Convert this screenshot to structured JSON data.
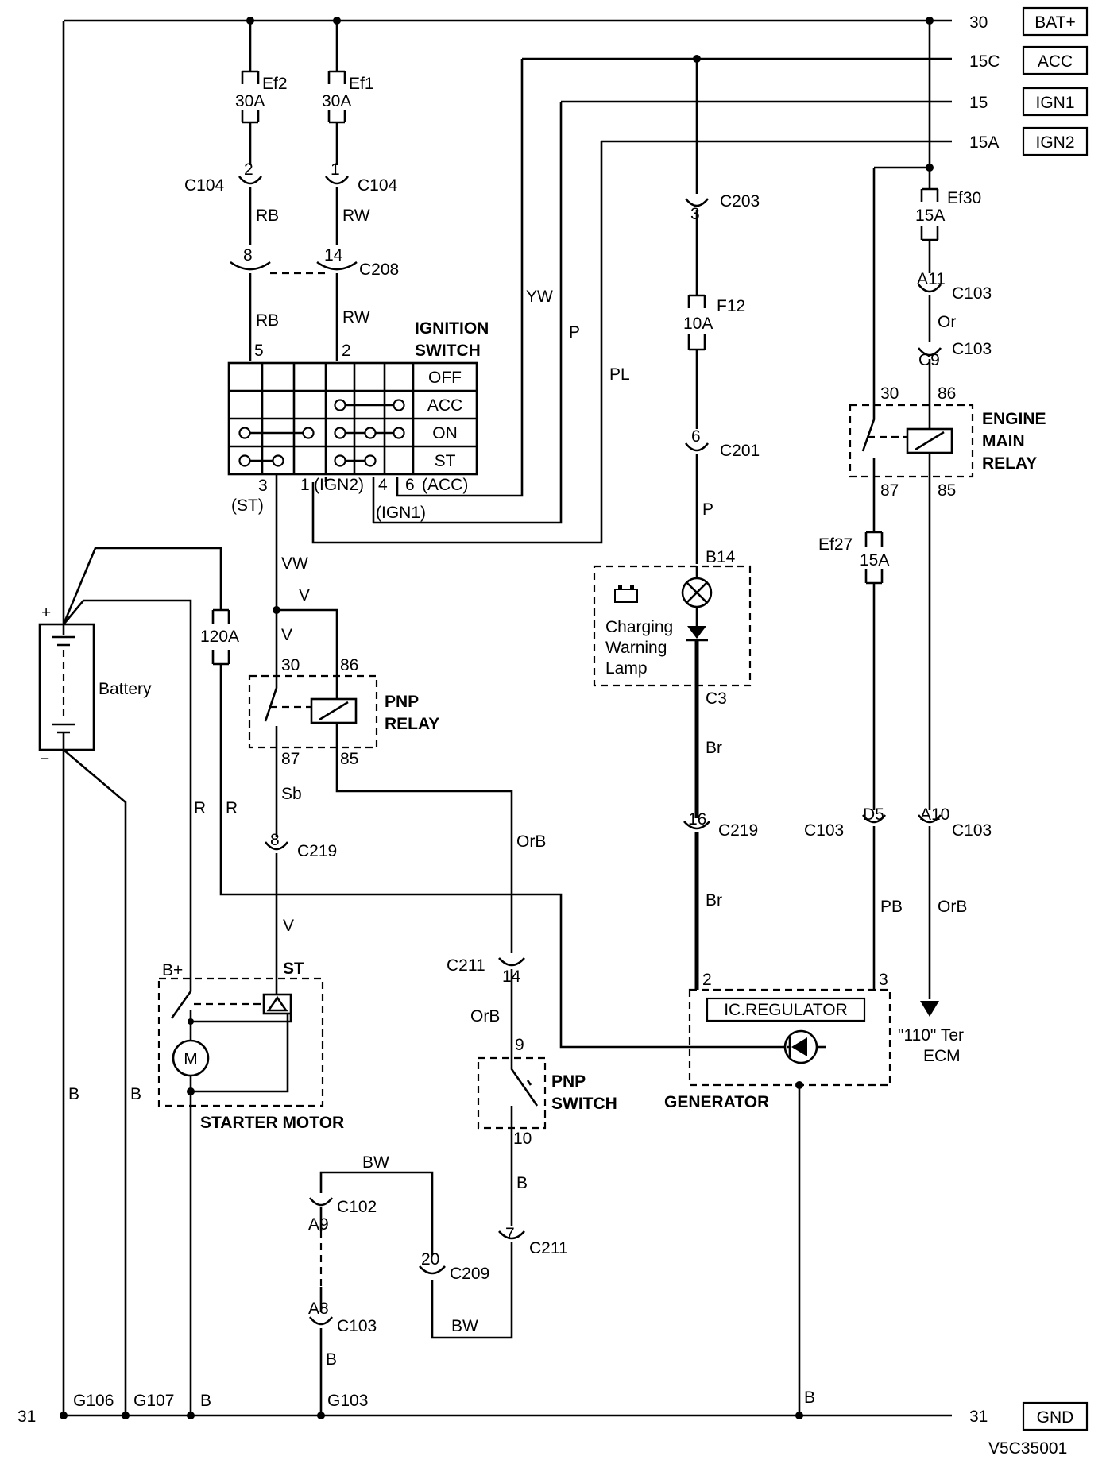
{
  "rails": {
    "bat": {
      "num": "30",
      "label": "BAT+"
    },
    "acc": {
      "num": "15C",
      "label": "ACC"
    },
    "ign1": {
      "num": "15",
      "label": "IGN1"
    },
    "ign2": {
      "num": "15A",
      "label": "IGN2"
    },
    "gnd": {
      "num": "31",
      "label": "GND",
      "left_num": "31"
    }
  },
  "fuses": {
    "ef2": {
      "name": "Ef2",
      "rating": "30A"
    },
    "ef1": {
      "name": "Ef1",
      "rating": "30A"
    },
    "ef30": {
      "name": "Ef30",
      "rating": "15A"
    },
    "f12": {
      "name": "F12",
      "rating": "10A"
    },
    "ef27": {
      "name": "Ef27",
      "rating": "15A"
    },
    "main": {
      "rating": "120A"
    }
  },
  "connectors": {
    "c104_2": {
      "pin": "2",
      "name": "C104"
    },
    "c104_1": {
      "pin": "1",
      "name": "C104"
    },
    "c208_8": {
      "pin": "8",
      "name": "C208"
    },
    "c208_14": {
      "pin": "14"
    },
    "c203_3": {
      "pin": "3",
      "name": "C203"
    },
    "c201_6": {
      "pin": "6",
      "name": "C201"
    },
    "c103_a11": {
      "pin": "A11",
      "name": "C103"
    },
    "c103_c9": {
      "pin": "C9",
      "name": "C103"
    },
    "c219_8": {
      "pin": "8",
      "name": "C219"
    },
    "c219_16": {
      "pin": "16",
      "name": "C219"
    },
    "c103_d5": {
      "pin": "D5",
      "name": "C103"
    },
    "c103_a10": {
      "pin": "A10",
      "name": "C103"
    },
    "c211_14": {
      "pin": "14",
      "name": "C211"
    },
    "c102_a9": {
      "pin": "A9",
      "name": "C102"
    },
    "c209_20": {
      "pin": "20",
      "name": "C209"
    },
    "c211_7": {
      "pin": "7",
      "name": "C211"
    },
    "c103_a8": {
      "pin": "A8",
      "name": "C103"
    }
  },
  "wires": {
    "rb1": "RB",
    "rw1": "RW",
    "rb2": "RB",
    "rw2": "RW",
    "yw": "YW",
    "p1": "P",
    "pl": "PL",
    "or": "Or",
    "p2": "P",
    "br1": "Br",
    "br2": "Br",
    "vw": "VW",
    "v1": "V",
    "v2": "V",
    "sb": "Sb",
    "v3": "V",
    "r1": "R",
    "r2": "R",
    "orb1": "OrB",
    "orb2": "OrB",
    "pb": "PB",
    "orb3": "OrB",
    "b1": "B",
    "b2": "B",
    "b3": "B",
    "b4": "B",
    "b5": "B",
    "b6": "B",
    "bw1": "BW",
    "bw2": "BW"
  },
  "ignition_switch": {
    "title1": "IGNITION",
    "title2": "SWITCH",
    "positions": [
      "OFF",
      "ACC",
      "ON",
      "ST"
    ],
    "pin5": "5",
    "pin2": "2",
    "pin3": "3",
    "st": "(ST)",
    "pin1": "1",
    "ign2": "(IGN2)",
    "pin4": "4",
    "ign1": "(IGN1)",
    "pin6": "6",
    "acc": "(ACC)"
  },
  "pnp_relay": {
    "title1": "PNP",
    "title2": "RELAY",
    "t30": "30",
    "t86": "86",
    "t87": "87",
    "t85": "85"
  },
  "engine_main_relay": {
    "title1": "ENGINE",
    "title2": "MAIN",
    "title3": "RELAY",
    "t30": "30",
    "t86": "86",
    "t87": "87",
    "t85": "85"
  },
  "battery": {
    "label": "Battery",
    "plus": "+",
    "minus": "−"
  },
  "lamp": {
    "connector": "B14",
    "line1": "Charging",
    "line2": "Warning",
    "line3": "Lamp",
    "c3": "C3"
  },
  "starter": {
    "label": "STARTER MOTOR",
    "bplus": "B+",
    "st": "ST",
    "motor": "M"
  },
  "pnp_switch": {
    "title1": "PNP",
    "title2": "SWITCH",
    "t9": "9",
    "t10": "10"
  },
  "generator": {
    "label": "GENERATOR",
    "regulator": "IC.REGULATOR",
    "t2": "2",
    "t3": "3"
  },
  "ecm": {
    "line1": "\"110\" Ter",
    "line2": "ECM"
  },
  "grounds": {
    "g106": "G106",
    "g107": "G107",
    "g103": "G103",
    "b_label": "B",
    "b_label2": "B"
  },
  "figure_id": "V5C35001"
}
